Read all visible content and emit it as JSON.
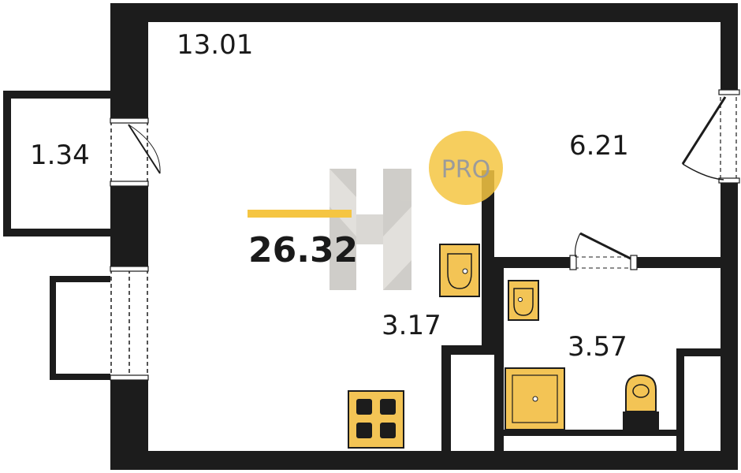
{
  "plan": {
    "total_area": "26.32",
    "badge_text": "PRO",
    "rooms": {
      "main_room": "13.01",
      "balcony": "1.34",
      "hallway": "6.21",
      "kitchen": "3.17",
      "bathroom": "3.57"
    },
    "colors": {
      "wall": "#1c1c1c",
      "accent": "#f5c542",
      "fixture_fill": "#f3c455",
      "watermark": "#b8b4ac"
    },
    "icons": {
      "logo": "h-watermark-logo",
      "sink": "sink-icon",
      "stove": "stove-icon",
      "toilet": "toilet-icon",
      "shower": "shower-tray-icon",
      "door": "door-swing-icon",
      "window": "window-icon"
    }
  }
}
